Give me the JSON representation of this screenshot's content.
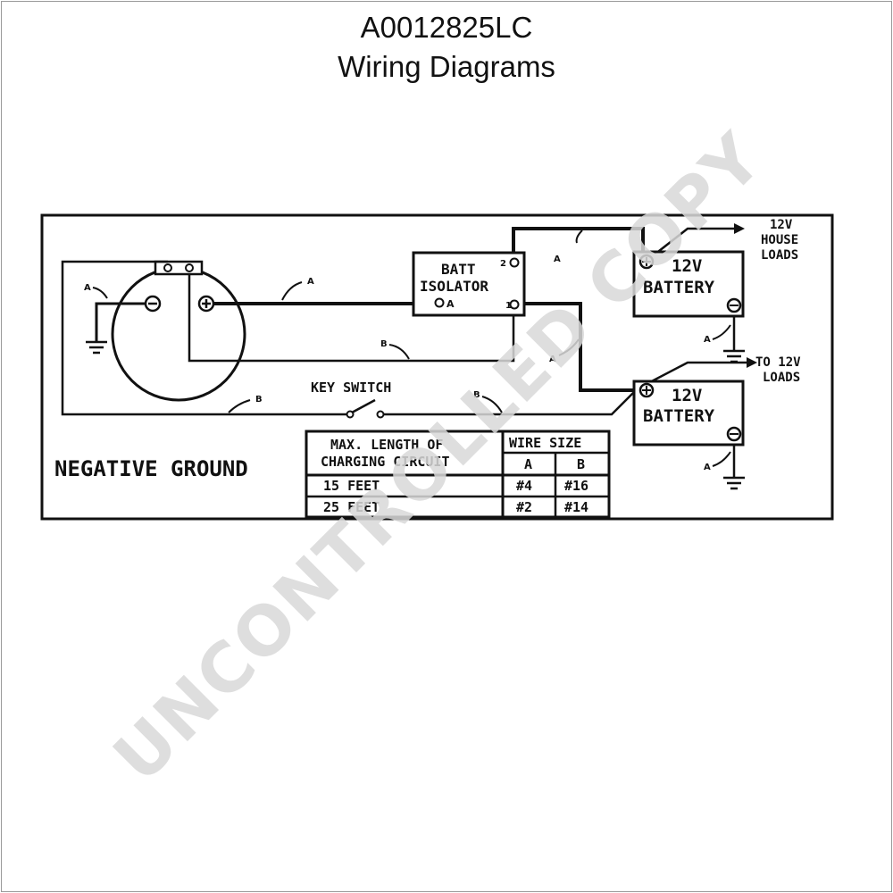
{
  "header": {
    "part_number": "A0012825LC",
    "subtitle": "Wiring Diagrams"
  },
  "diagram": {
    "ground_label": "NEGATIVE GROUND",
    "isolator_line1": "BATT",
    "isolator_line2": "ISOLATOR",
    "isolator_terminal_1": "1",
    "isolator_terminal_2": "2",
    "isolator_terminal_a": "A",
    "battery_top_line1": "12V",
    "battery_top_line2": "BATTERY",
    "battery_bottom_line1": "12V",
    "battery_bottom_line2": "BATTERY",
    "house_loads_line1": "12V",
    "house_loads_line2": "HOUSE",
    "house_loads_line3": "LOADS",
    "to_loads_line1": "TO 12V",
    "to_loads_line2": "LOADS",
    "key_switch": "KEY SWITCH",
    "wire_a": "A",
    "wire_b": "B"
  },
  "table": {
    "col1_header_line1": "MAX. LENGTH OF",
    "col1_header_line2": "CHARGING CIRCUIT",
    "col2_header": "WIRE SIZE",
    "sub_a": "A",
    "sub_b": "B",
    "rows": [
      {
        "length": "15 FEET",
        "a": "#4",
        "b": "#16"
      },
      {
        "length": "25 FEET",
        "a": "#2",
        "b": "#14"
      }
    ]
  },
  "watermark": "UNCONTROLLED COPY"
}
